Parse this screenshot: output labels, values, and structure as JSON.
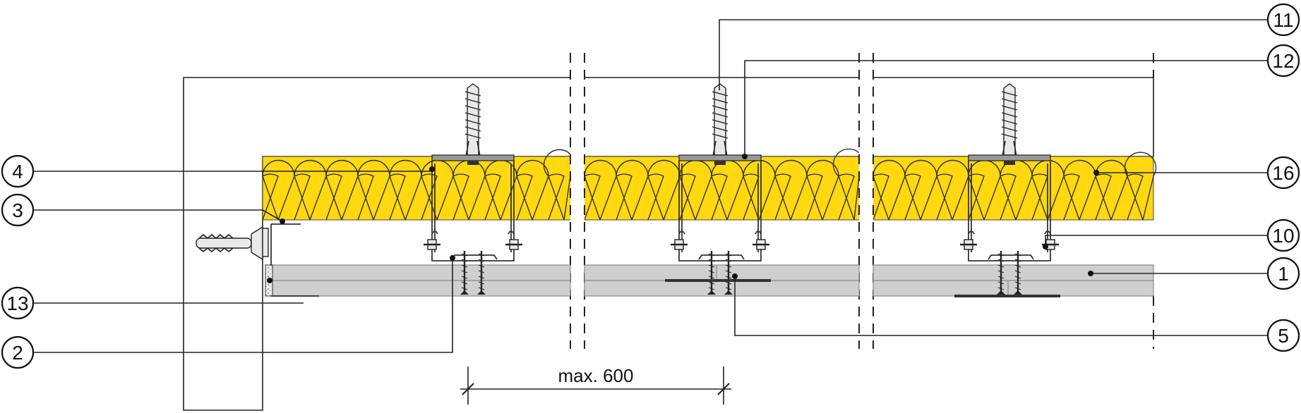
{
  "diagram": {
    "dimension_label": "max. 600",
    "colors": {
      "insulation": "#FFD80F",
      "board": "#CFCFCF",
      "hatch": "#333333",
      "line": "#222222"
    },
    "callouts_left": [
      {
        "label": "4"
      },
      {
        "label": "3"
      },
      {
        "label": "13"
      },
      {
        "label": "2"
      }
    ],
    "callouts_right": [
      {
        "label": "11"
      },
      {
        "label": "12"
      },
      {
        "label": "16"
      },
      {
        "label": "10"
      },
      {
        "label": "1"
      },
      {
        "label": "5"
      }
    ]
  }
}
